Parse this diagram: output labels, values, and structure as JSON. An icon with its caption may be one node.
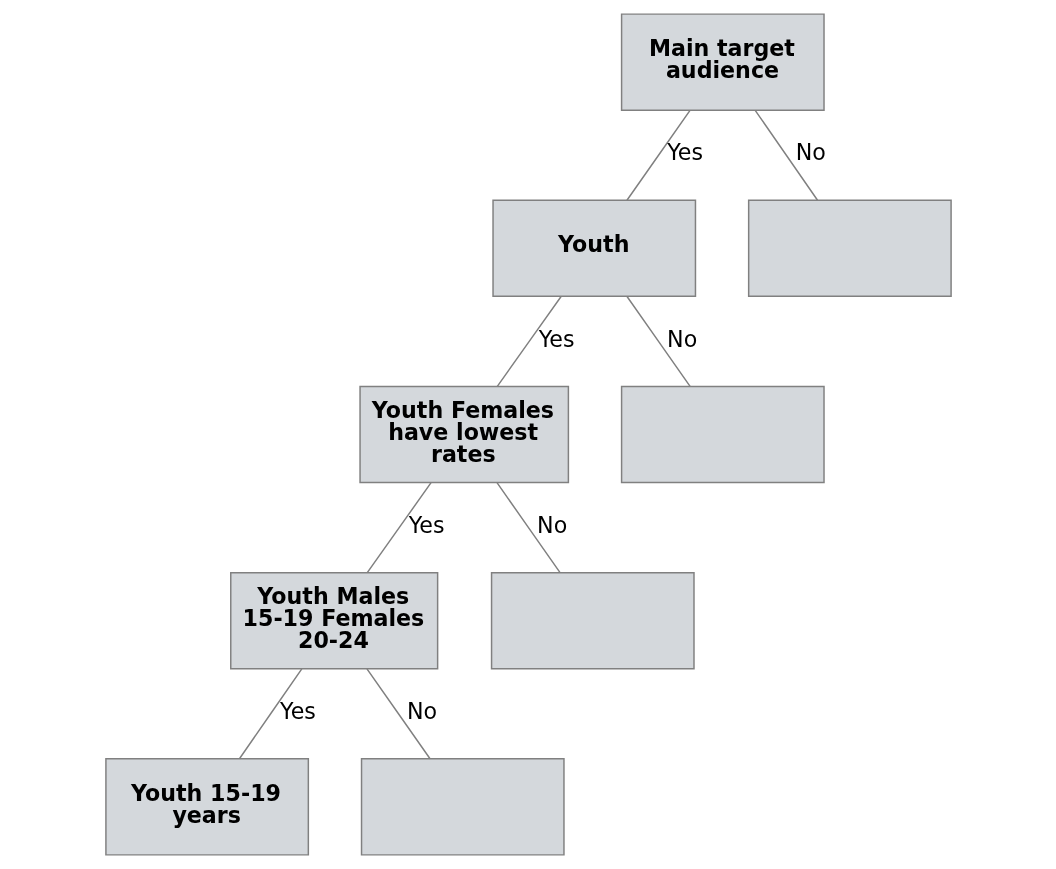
{
  "diagram": {
    "nodes": [
      {
        "text": [
          "Main target audience"
        ]
      },
      {
        "text": [
          "Youth"
        ]
      },
      {
        "text": [],
        "shape": "box"
      },
      {
        "text": [
          "Youth Females have lowest rates"
        ]
      },
      {
        "text": [],
        "shape": "box"
      },
      {
        "text": [
          "Youth Males 15-19 Females 20-24"
        ]
      },
      {
        "text": [],
        "shape": "box"
      },
      {
        "text": [
          "Youth 15-19 years"
        ]
      },
      {
        "text": [],
        "shape": "box"
      }
    ],
    "edges": [
      {
        "from": 0,
        "to": 1,
        "arrow": "none",
        "label": "Yes"
      },
      {
        "from": 0,
        "to": 2,
        "arrow": "none",
        "label": "No"
      },
      {
        "from": 1,
        "to": 3,
        "arrow": "none",
        "label": "Yes"
      },
      {
        "from": 1,
        "to": 4,
        "arrow": "none",
        "label": "No"
      },
      {
        "from": 3,
        "to": 5,
        "arrow": "none",
        "label": "Yes"
      },
      {
        "from": 3,
        "to": 6,
        "arrow": "none",
        "label": "No"
      },
      {
        "from": 5,
        "to": 7,
        "arrow": "none",
        "label": "Yes"
      },
      {
        "from": 5,
        "to": 8,
        "arrow": "none",
        "label": "No"
      }
    ]
  }
}
